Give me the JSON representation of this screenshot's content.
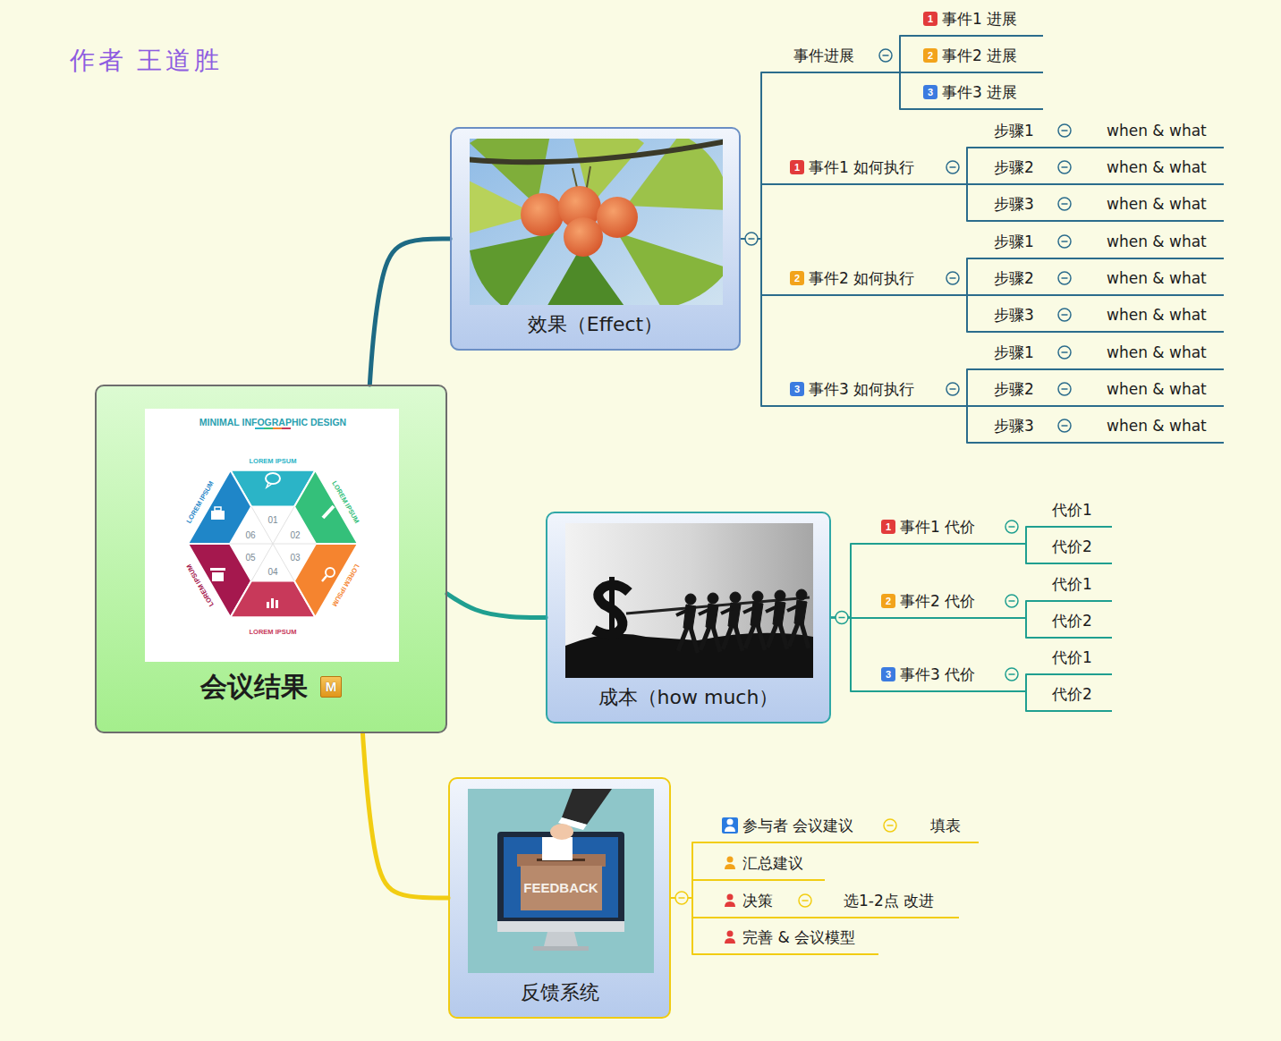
{
  "diagram": {
    "nodes": [
      {
        "text": [
          "会议结果",
          "M"
        ]
      },
      {
        "text": [
          "效果（Effect）"
        ]
      },
      {
        "text": [
          "事件进展"
        ]
      },
      {
        "text": [
          "1",
          "事件1 进展"
        ]
      },
      {
        "text": [
          "2",
          "事件2 进展"
        ]
      },
      {
        "text": [
          "3",
          "事件3 进展"
        ]
      },
      {
        "text": [
          "1",
          "事件1 如何执行"
        ]
      },
      {
        "text": [
          "步骤1"
        ]
      },
      {
        "text": [
          "when & what"
        ]
      },
      {
        "text": [
          "步骤2"
        ]
      },
      {
        "text": [
          "when & what"
        ]
      },
      {
        "text": [
          "步骤3"
        ]
      },
      {
        "text": [
          "when & what"
        ]
      },
      {
        "text": [
          "2",
          "事件2 如何执行"
        ]
      },
      {
        "text": [
          "步骤1"
        ]
      },
      {
        "text": [
          "when & what"
        ]
      },
      {
        "text": [
          "步骤2"
        ]
      },
      {
        "text": [
          "when & what"
        ]
      },
      {
        "text": [
          "步骤3"
        ]
      },
      {
        "text": [
          "when & what"
        ]
      },
      {
        "text": [
          "3",
          "事件3 如何执行"
        ]
      },
      {
        "text": [
          "步骤1"
        ]
      },
      {
        "text": [
          "when & what"
        ]
      },
      {
        "text": [
          "步骤2"
        ]
      },
      {
        "text": [
          "when & what"
        ]
      },
      {
        "text": [
          "步骤3"
        ]
      },
      {
        "text": [
          "when & what"
        ]
      },
      {
        "text": [
          "成本（how much）"
        ]
      },
      {
        "text": [
          "1",
          "事件1 代价"
        ]
      },
      {
        "text": [
          "代价1"
        ]
      },
      {
        "text": [
          "代价2"
        ]
      },
      {
        "text": [
          "2",
          "事件2 代价"
        ]
      },
      {
        "text": [
          "代价1"
        ]
      },
      {
        "text": [
          "代价2"
        ]
      },
      {
        "text": [
          "3",
          "事件3 代价"
        ]
      },
      {
        "text": [
          "代价1"
        ]
      },
      {
        "text": [
          "代价2"
        ]
      },
      {
        "text": [
          "反馈系统"
        ]
      },
      {
        "text": [
          "参与者 会议建议"
        ]
      },
      {
        "text": [
          "填表"
        ]
      },
      {
        "text": [
          "汇总建议"
        ]
      },
      {
        "text": [
          "决策"
        ]
      },
      {
        "text": [
          "选1-2点 改进"
        ]
      },
      {
        "text": [
          "完善 & 会议模型"
        ]
      }
    ],
    "edges": [
      {
        "from": 0,
        "to": 1,
        "arrow": "none"
      },
      {
        "from": 1,
        "to": 2,
        "arrow": "none"
      },
      {
        "from": 2,
        "to": 3,
        "arrow": "none"
      },
      {
        "from": 2,
        "to": 4,
        "arrow": "none"
      },
      {
        "from": 2,
        "to": 5,
        "arrow": "none"
      },
      {
        "from": 1,
        "to": 6,
        "arrow": "none"
      },
      {
        "from": 6,
        "to": 7,
        "arrow": "none"
      },
      {
        "from": 7,
        "to": 8,
        "arrow": "none"
      },
      {
        "from": 6,
        "to": 9,
        "arrow": "none"
      },
      {
        "from": 9,
        "to": 10,
        "arrow": "none"
      },
      {
        "from": 6,
        "to": 11,
        "arrow": "none"
      },
      {
        "from": 11,
        "to": 12,
        "arrow": "none"
      },
      {
        "from": 1,
        "to": 13,
        "arrow": "none"
      },
      {
        "from": 13,
        "to": 14,
        "arrow": "none"
      },
      {
        "from": 14,
        "to": 15,
        "arrow": "none"
      },
      {
        "from": 13,
        "to": 16,
        "arrow": "none"
      },
      {
        "from": 16,
        "to": 17,
        "arrow": "none"
      },
      {
        "from": 13,
        "to": 18,
        "arrow": "none"
      },
      {
        "from": 18,
        "to": 19,
        "arrow": "none"
      },
      {
        "from": 1,
        "to": 20,
        "arrow": "none"
      },
      {
        "from": 20,
        "to": 21,
        "arrow": "none"
      },
      {
        "from": 21,
        "to": 22,
        "arrow": "none"
      },
      {
        "from": 20,
        "to": 23,
        "arrow": "none"
      },
      {
        "from": 23,
        "to": 24,
        "arrow": "none"
      },
      {
        "from": 20,
        "to": 25,
        "arrow": "none"
      },
      {
        "from": 25,
        "to": 26,
        "arrow": "none"
      },
      {
        "from": 0,
        "to": 27,
        "arrow": "none"
      },
      {
        "from": 27,
        "to": 28,
        "arrow": "none"
      },
      {
        "from": 28,
        "to": 29,
        "arrow": "none"
      },
      {
        "from": 28,
        "to": 30,
        "arrow": "none"
      },
      {
        "from": 27,
        "to": 31,
        "arrow": "none"
      },
      {
        "from": 31,
        "to": 32,
        "arrow": "none"
      },
      {
        "from": 31,
        "to": 33,
        "arrow": "none"
      },
      {
        "from": 27,
        "to": 34,
        "arrow": "none"
      },
      {
        "from": 34,
        "to": 35,
        "arrow": "none"
      },
      {
        "from": 34,
        "to": 36,
        "arrow": "none"
      },
      {
        "from": 0,
        "to": 37,
        "arrow": "none"
      },
      {
        "from": 37,
        "to": 38,
        "arrow": "none"
      },
      {
        "from": 38,
        "to": 39,
        "arrow": "none"
      },
      {
        "from": 37,
        "to": 40,
        "arrow": "none"
      },
      {
        "from": 37,
        "to": 41,
        "arrow": "none"
      },
      {
        "from": 41,
        "to": 42,
        "arrow": "none"
      },
      {
        "from": 37,
        "to": 43,
        "arrow": "none"
      }
    ],
    "labels": [
      "作者 王道胜",
      "MINIMAL INFOGRAPHIC DESIGN",
      "LOREM IPSUM",
      "LOREM IPSUM",
      "LOREM IPSUM",
      "LOREM IPSUM",
      "LOREM IPSUM",
      "LOREM IPSUM",
      "01",
      "02",
      "03",
      "04",
      "05",
      "06",
      "FEEDBACK"
    ]
  }
}
